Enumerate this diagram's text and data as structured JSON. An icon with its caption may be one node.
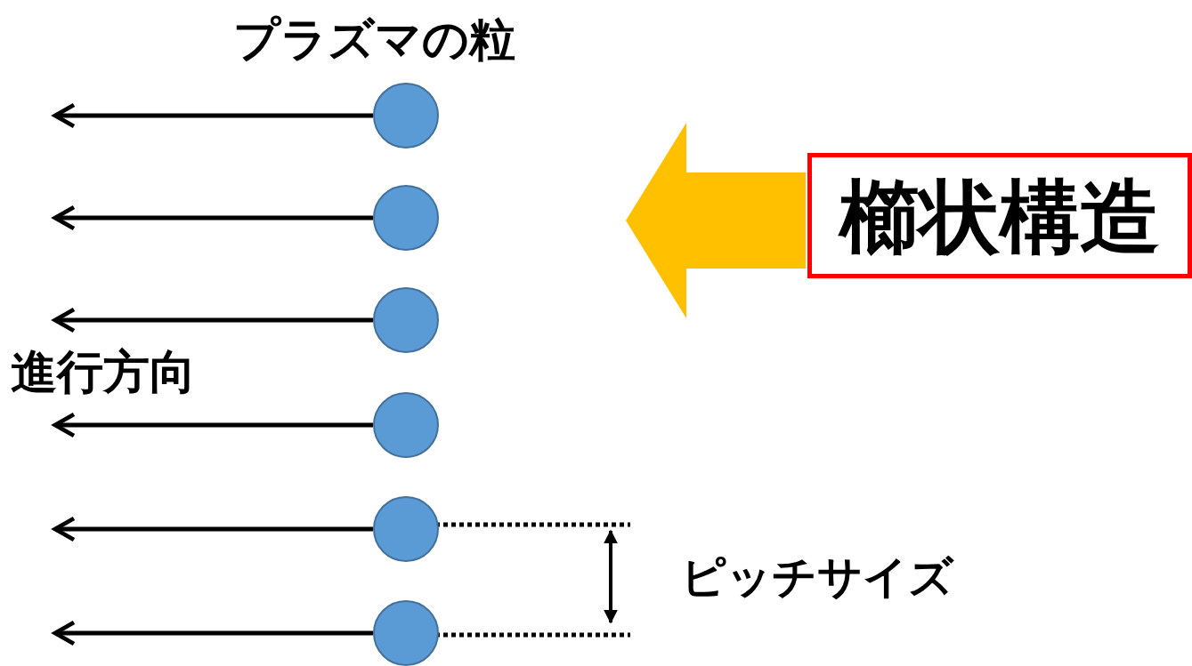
{
  "diagram": {
    "nodes": [
      {
        "text": [],
        "shape": "circle"
      },
      {
        "text": [],
        "shape": "circle"
      },
      {
        "text": [],
        "shape": "circle"
      },
      {
        "text": [],
        "shape": "circle"
      },
      {
        "text": [],
        "shape": "circle"
      },
      {
        "text": [],
        "shape": "circle"
      },
      {
        "text": [
          "櫛状構造"
        ]
      }
    ],
    "edges": [
      {
        "from": 0,
        "to": null,
        "arrow": "to"
      },
      {
        "from": 1,
        "to": null,
        "arrow": "to"
      },
      {
        "from": 2,
        "to": null,
        "arrow": "to"
      },
      {
        "from": 3,
        "to": null,
        "arrow": "to"
      },
      {
        "from": 4,
        "to": null,
        "arrow": "to"
      },
      {
        "from": 5,
        "to": null,
        "arrow": "to"
      },
      {
        "from": 6,
        "to": null,
        "arrow": "to",
        "style": "thick",
        "color": "#ffc000"
      }
    ],
    "labels": [
      "プラズマの粒",
      "進行方向",
      "ピッチサイズ"
    ]
  }
}
